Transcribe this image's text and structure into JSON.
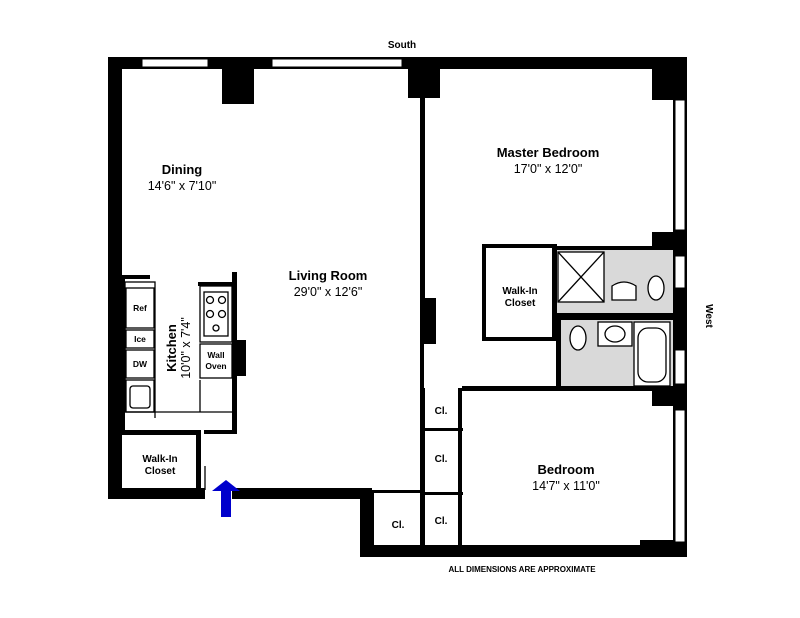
{
  "compass": {
    "south": "South",
    "west": "West"
  },
  "rooms": {
    "dining": {
      "name": "Dining",
      "dims": "14'6\" x 7'10\""
    },
    "living": {
      "name": "Living Room",
      "dims": "29'0\" x 12'6\""
    },
    "master": {
      "name": "Master Bedroom",
      "dims": "17'0\" x 12'0\""
    },
    "kitchen": {
      "name": "Kitchen",
      "dims": "10'0\" x 7'4\""
    },
    "bedroom": {
      "name": "Bedroom",
      "dims": "14'7\" x 11'0\""
    },
    "walkin_master": {
      "line1": "Walk-In",
      "line2": "Closet"
    },
    "walkin_entry": {
      "line1": "Walk-In",
      "line2": "Closet"
    }
  },
  "appliances": {
    "ref": "Ref",
    "ice": "Ice",
    "dw": "DW",
    "wall_oven_1": "Wall",
    "wall_oven_2": "Oven"
  },
  "closets": {
    "c1": "Cl.",
    "c2": "Cl.",
    "c3": "Cl.",
    "c4": "Cl."
  },
  "footnote": "All dimensions are approximate",
  "colors": {
    "wall": "#000000",
    "bath_floor": "#d9d9d9",
    "window": "#ffffff",
    "entry_arrow": "#0000cc"
  }
}
